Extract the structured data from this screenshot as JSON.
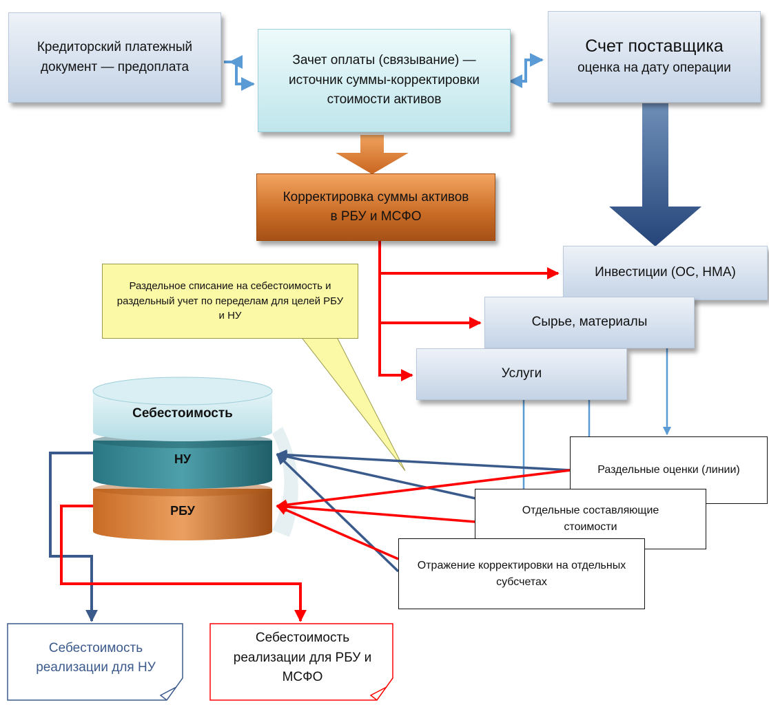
{
  "top": {
    "creditor_doc": "Кредиторский платежный документ — предоплата",
    "offset": "Зачет оплаты (связывание) — источник суммы-корректировки стоимости активов",
    "supplier_title": "Счет поставщика",
    "supplier_sub": "оценка на дату операции"
  },
  "adjustment": "Корректировка суммы активов в РБУ и МСФО",
  "assets": {
    "investments": "Инвестиции (ОС, НМА)",
    "materials": "Сырье, материалы",
    "services": "Услуги"
  },
  "callout": "Раздельное списание на себестоимость и раздельный учет по переделам для целей РБУ и НУ",
  "cost_stack": {
    "top": "Себестоимость",
    "middle": "НУ",
    "bottom": "РБУ"
  },
  "methods": {
    "separate_valuations": "Раздельные оценки (линии)",
    "cost_components": "Отдельные составляющие стоимости",
    "subaccounts": "Отражение корректировки на отдельных субсчетах"
  },
  "outputs": {
    "tax": "Себестоимость реализации для НУ",
    "ras_ifrs": "Себестоимость реализации для РБУ и МСФО"
  },
  "colors": {
    "red": "#ff0000",
    "navy": "#3b5a8c",
    "light_blue": "#5b9bd5",
    "orange": "#d17a35",
    "teal": "#2e7f8a",
    "callout": "#fbf8a6"
  }
}
